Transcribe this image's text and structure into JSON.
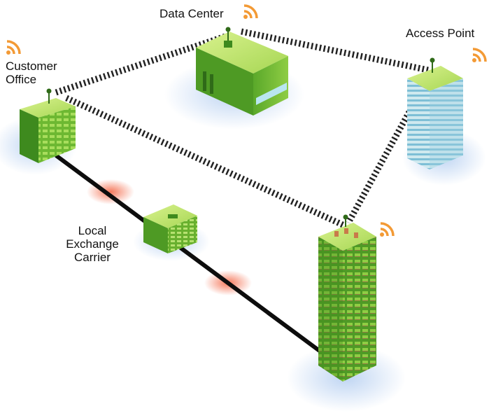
{
  "labels": {
    "customer_office": [
      "Customer",
      "Office"
    ],
    "data_center": "Data Center",
    "access_point": "Access Point",
    "local_exchange_carrier": [
      "Local",
      "Exchange",
      "Carrier"
    ]
  },
  "colors": {
    "building_green": "#7fc23a",
    "building_dark": "#3e8a1e",
    "building_light": "#c6ea7d",
    "glow_blue": "#bcd3f2",
    "glow_red": "#f46a4a",
    "wireless_orange": "#f39a35",
    "wire": "#111111",
    "tower_blue": "#9fd0e3"
  },
  "icons": [
    "wireless-signal-icon",
    "antenna-icon"
  ]
}
